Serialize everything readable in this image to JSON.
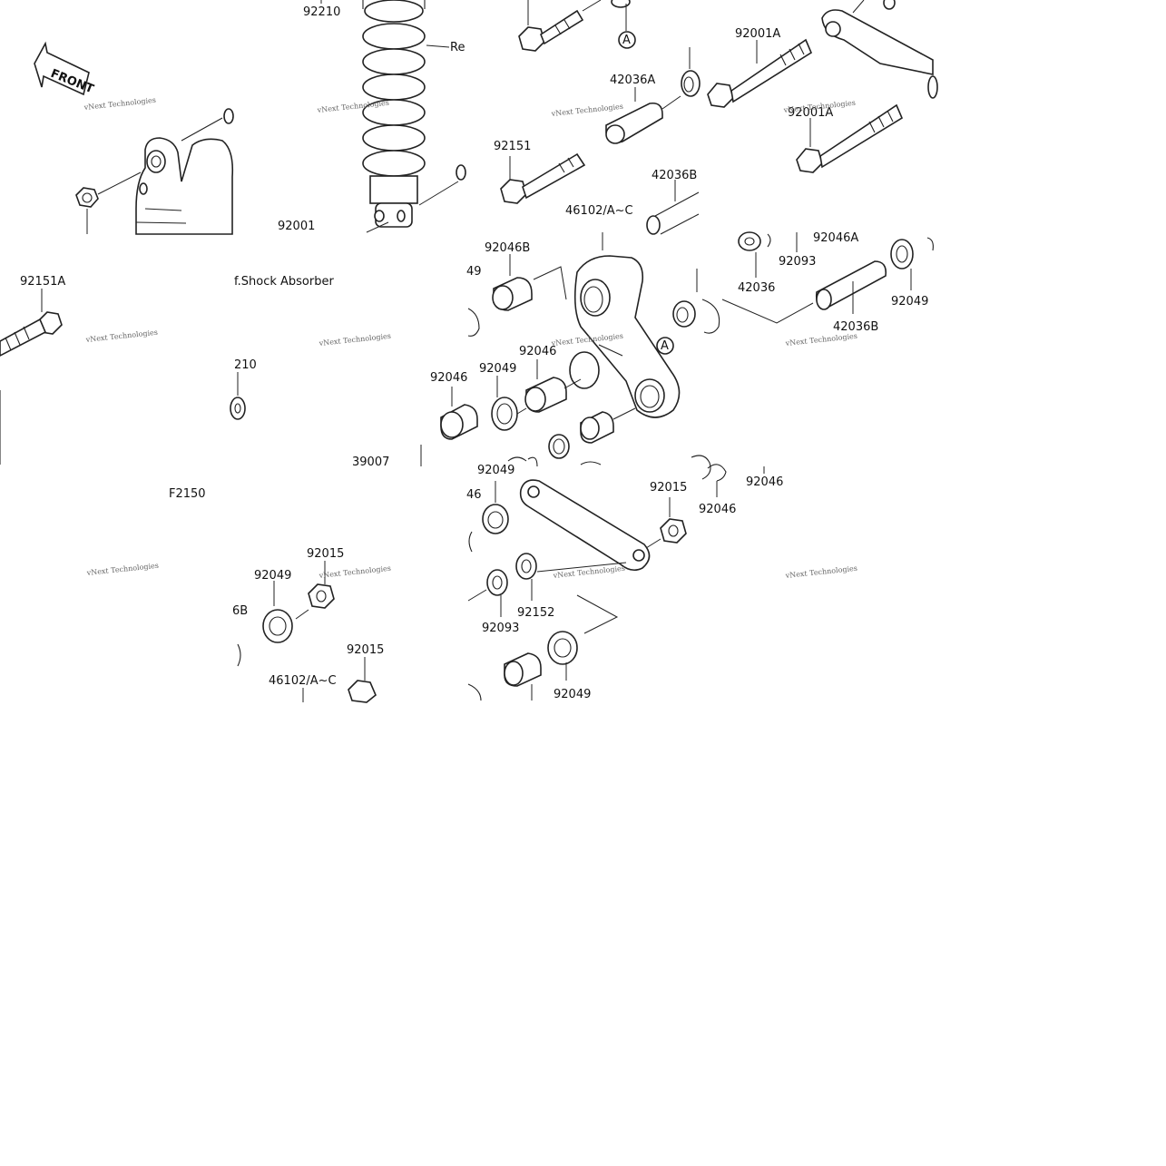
{
  "labels": [
    "92210",
    "92001A",
    "42036A",
    "92151",
    "42036B",
    "46102/A~C",
    "92046B",
    "92046A",
    "92093",
    "42036",
    "92049",
    "92151A",
    "f.Shock Absorber",
    "92046",
    "39007",
    "F2150",
    "92015",
    "92152",
    "92001",
    "Re",
    "210",
    "49",
    "46",
    "6B",
    "92049"
  ],
  "front_arrow": "FRONT",
  "circle_marker": "A",
  "watermark": {
    "line1": "vNext Technologies",
    "line2": "Technologies"
  }
}
